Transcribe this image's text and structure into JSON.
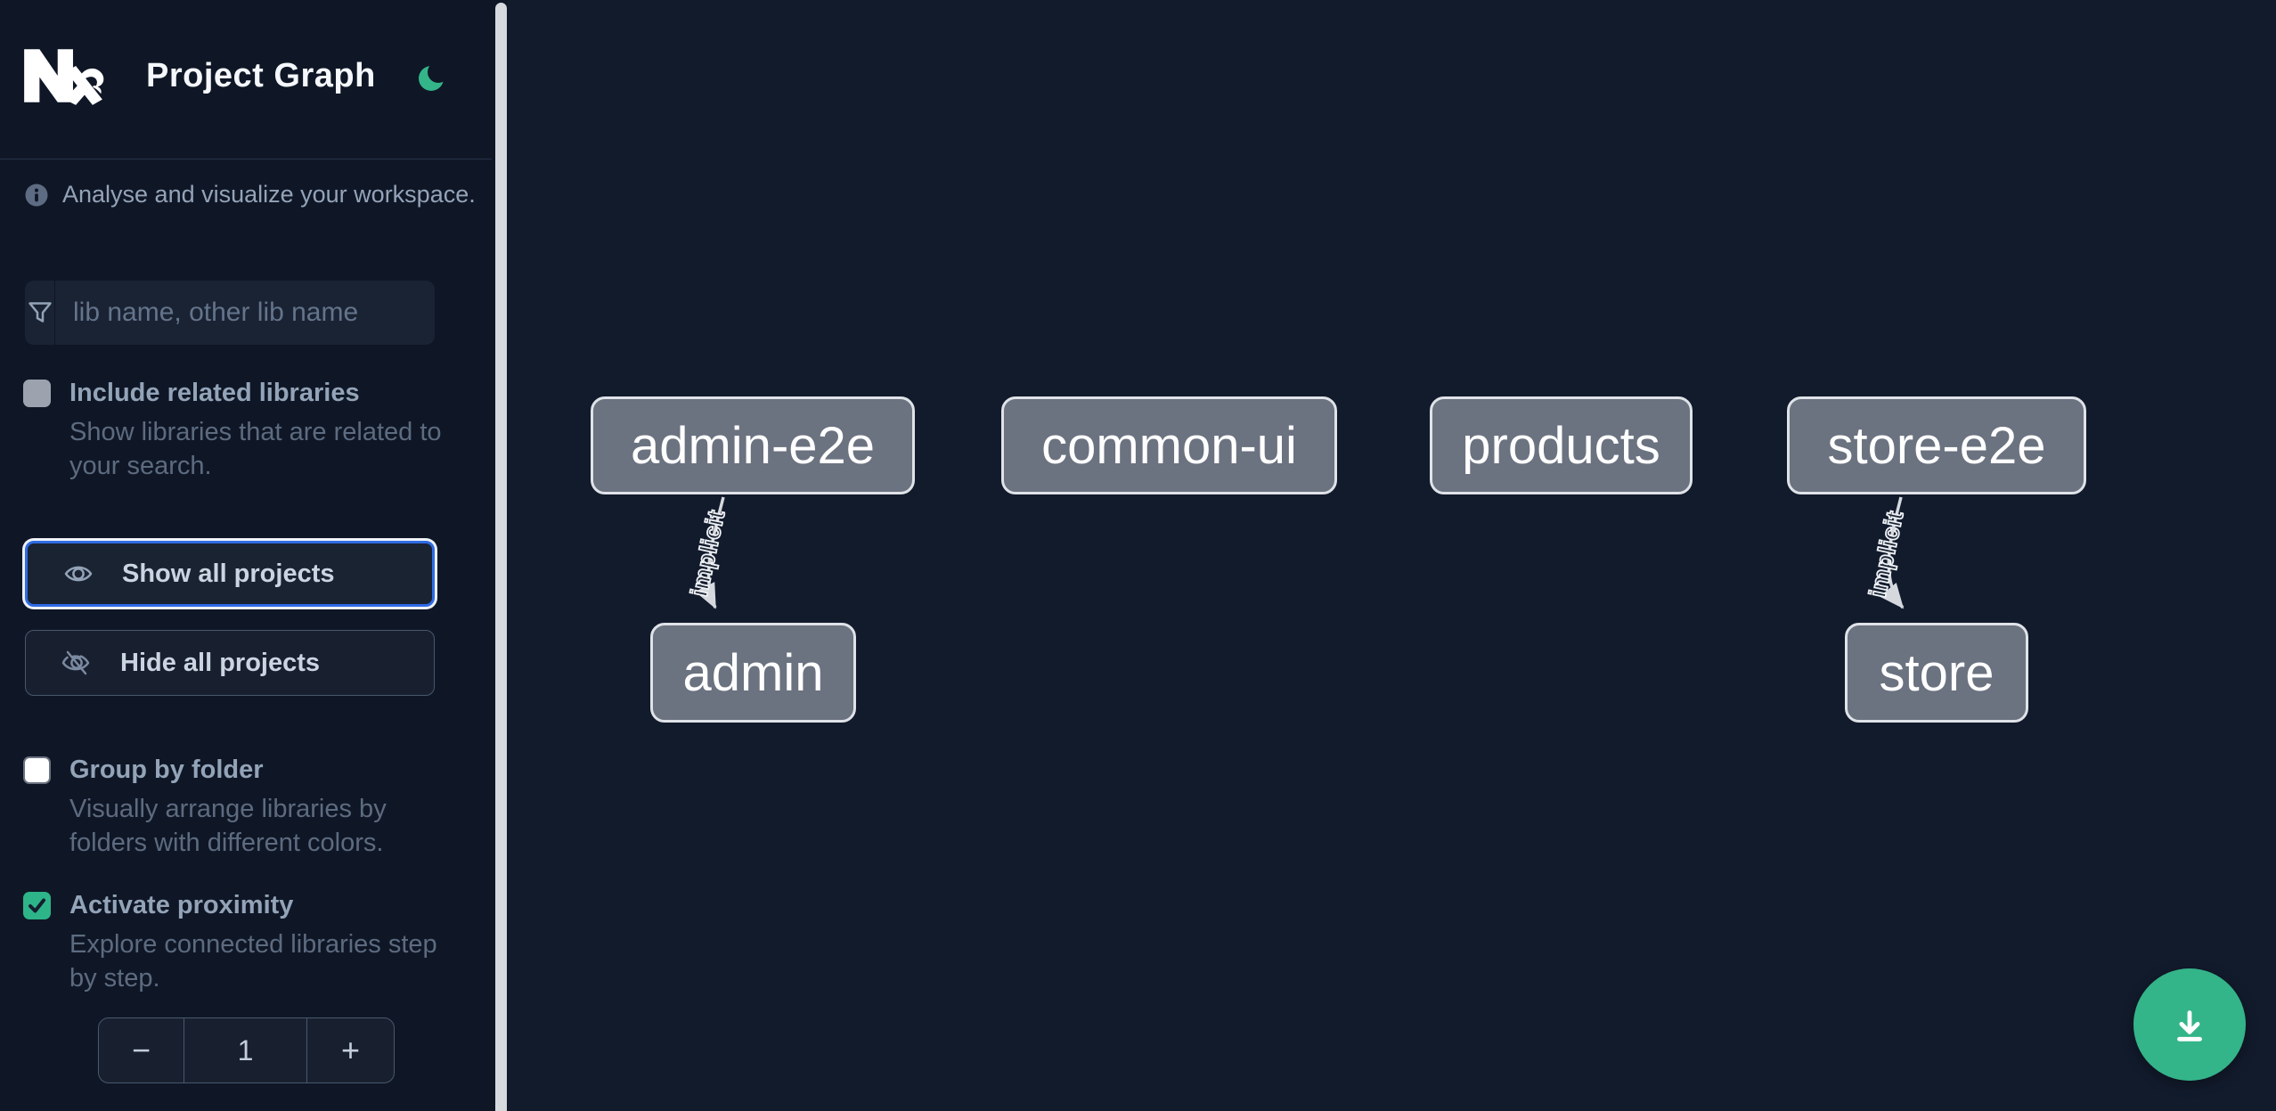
{
  "app": {
    "title": "Project Graph"
  },
  "sidebar": {
    "tagline": "Analyse and visualize your workspace.",
    "search": {
      "placeholder": "lib name, other lib name"
    },
    "options": {
      "include_related": {
        "label": "Include related libraries",
        "description": "Show libraries that are related to your search.",
        "checked": false
      },
      "group_by_folder": {
        "label": "Group by folder",
        "description": "Visually arrange libraries by folders with different colors.",
        "checked": false
      },
      "activate_proximity": {
        "label": "Activate proximity",
        "description": "Explore connected libraries step by step.",
        "checked": true
      }
    },
    "buttons": {
      "show_all": "Show all projects",
      "hide_all": "Hide all projects"
    },
    "stepper": {
      "decrement": "−",
      "value": "1",
      "increment": "+"
    }
  },
  "graph": {
    "nodes": [
      {
        "label": "admin-e2e"
      },
      {
        "label": "common-ui"
      },
      {
        "label": "products"
      },
      {
        "label": "store-e2e"
      },
      {
        "label": "admin"
      },
      {
        "label": "store"
      }
    ],
    "edges": [
      {
        "from": "admin-e2e",
        "to": "admin",
        "label": "implicit"
      },
      {
        "from": "store-e2e",
        "to": "store",
        "label": "implicit"
      }
    ]
  },
  "colors": {
    "accent_green": "#34b489",
    "focus_blue": "#2f6be4",
    "node_fill": "#6b7280",
    "node_border": "#dfe3e8",
    "checkbox_checked": "#2eb489"
  }
}
